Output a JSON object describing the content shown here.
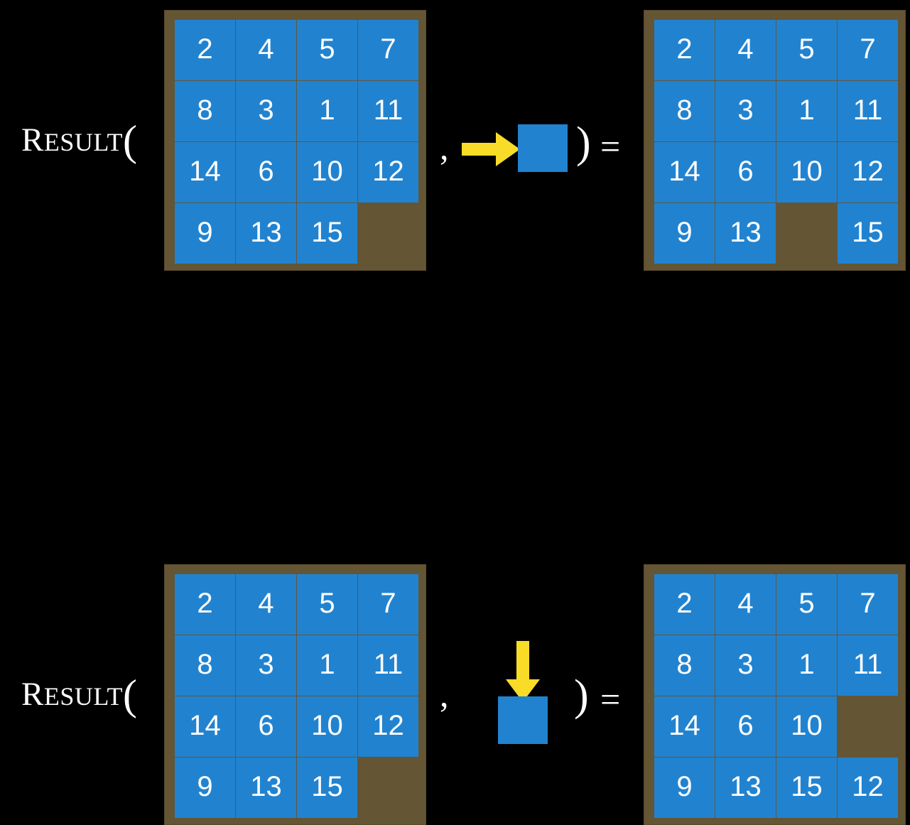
{
  "figure": {
    "title": "RESULT function applied to 15-puzzle states",
    "background_color": "#000000",
    "tile_color": "#2183d0",
    "board_color": "#645535",
    "board_border_color": "#5a4a2d",
    "arrow_color": "#f8dc28",
    "text_color": "#ffffff"
  },
  "labels": {
    "result_cap": "R",
    "result_rest": "ESULT",
    "open_paren": "(",
    "comma": ",",
    "close_paren": ")",
    "equals": "="
  },
  "rows": [
    {
      "id": "row-1",
      "action": "move-blank-right",
      "arrow_icon": "arrow-right-icon",
      "state_before": {
        "rows": [
          [
            "2",
            "4",
            "5",
            "7"
          ],
          [
            "8",
            "3",
            "1",
            "11"
          ],
          [
            "14",
            "6",
            "10",
            "12"
          ],
          [
            "9",
            "13",
            "15",
            ""
          ]
        ]
      },
      "state_after": {
        "rows": [
          [
            "2",
            "4",
            "5",
            "7"
          ],
          [
            "8",
            "3",
            "1",
            "11"
          ],
          [
            "14",
            "6",
            "10",
            "12"
          ],
          [
            "9",
            "13",
            "",
            "15"
          ]
        ]
      }
    },
    {
      "id": "row-2",
      "action": "move-blank-down",
      "arrow_icon": "arrow-down-icon",
      "state_before": {
        "rows": [
          [
            "2",
            "4",
            "5",
            "7"
          ],
          [
            "8",
            "3",
            "1",
            "11"
          ],
          [
            "14",
            "6",
            "10",
            "12"
          ],
          [
            "9",
            "13",
            "15",
            ""
          ]
        ]
      },
      "state_after": {
        "rows": [
          [
            "2",
            "4",
            "5",
            "7"
          ],
          [
            "8",
            "3",
            "1",
            "11"
          ],
          [
            "14",
            "6",
            "10",
            ""
          ],
          [
            "9",
            "13",
            "15",
            "12"
          ]
        ]
      }
    }
  ]
}
